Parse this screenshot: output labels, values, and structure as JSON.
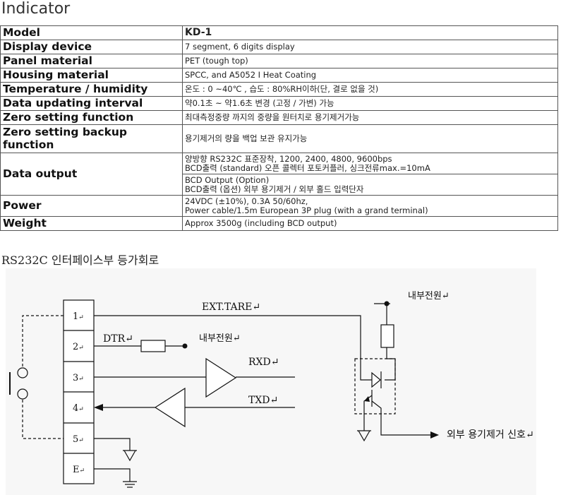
{
  "title": "Indicator",
  "spec": {
    "model": {
      "label": "Model",
      "value": "KD-1"
    },
    "display": {
      "label": "Display device",
      "value": "7 segment, 6 digits display"
    },
    "panel": {
      "label": "Panel material",
      "value": "PET (tough top)"
    },
    "housing": {
      "label": "Housing material",
      "value": "SPCC, and A5052 I Heat Coating"
    },
    "temp": {
      "label": "Temperature / humidity",
      "value": "온도 : 0 ~40℃ , 습도 : 80%RH이하(단, 결로 없을 것)"
    },
    "update": {
      "label": "Data updating interval",
      "value": "약0.1초    ~    약1.6초    변경  (고정 / 가변)  가능"
    },
    "zero": {
      "label": "Zero setting function",
      "value": "최대측정중량 까지의 중량을 원터치로 용기제거가능"
    },
    "zero_backup": {
      "label_1": "Zero setting backup",
      "label_2": "function",
      "value": "용기제거의 량을 백업 보관 유지가능"
    },
    "output": {
      "label": "Data output",
      "value1_line1": "양방향 RS232C  표준장착, 1200, 2400, 4800, 9600bps",
      "value1_line2": "BCD출력  (standard)      오픈 콜렉터 포토커플러, 싱크전류max.=10mA",
      "value2_line1": "BCD Output (Option)",
      "value2_line2": "BCD출력  (옵션)      외부 용기제거 / 외부 홀드 입력단자"
    },
    "power": {
      "label": "Power",
      "line1": "24VDC (±10%), 0.3A 50/60hz,",
      "line2": "Power cable/1.5m European 3P plug (with a grand terminal)"
    },
    "weight": {
      "label": "Weight",
      "value": "Approx 3500g (including BCD output)"
    }
  },
  "section_title": "RS232C 인터페이스부 등가회로",
  "circuit": {
    "pins": [
      "1",
      "2",
      "3",
      "4",
      "5",
      "E"
    ],
    "pin_mark": "↵",
    "ext_tare": "EXT.TARE↵",
    "dtr": "DTR↵",
    "internal_power_1": "내부전원↵",
    "internal_power_2": "내부전원↵",
    "rxd": "RXD↵",
    "txd": "TXD↵",
    "tare_signal": "외부 용기제거 신호↵"
  }
}
